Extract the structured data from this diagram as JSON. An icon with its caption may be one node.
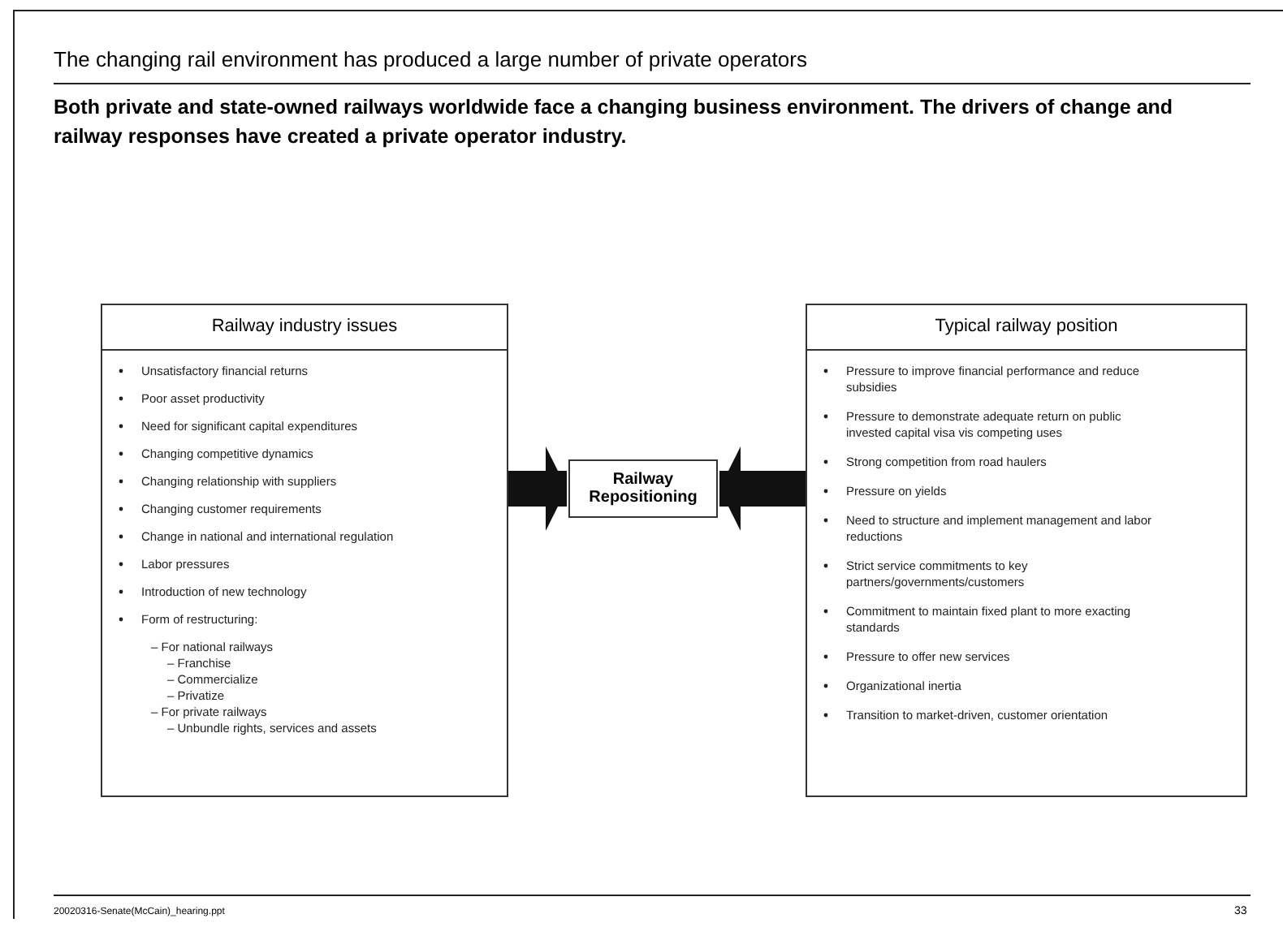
{
  "diagram": {
    "title": "The changing rail environment has produced a large number of private operators",
    "caption": "Both private and state-owned railways worldwide face a changing business environment.  The drivers of change and railway responses have created a private operator industry.",
    "nodes": [
      {
        "text": [
          "Railway industry issues",
          "Unsatisfactory financial returns",
          "Poor asset productivity",
          "Need for significant capital expenditures",
          "Changing competitive dynamics",
          "Changing relationship with suppliers",
          "Changing customer requirements",
          "Change in national and international regulation",
          "Labor pressures",
          "Introduction of new technology",
          "Form of restructuring:",
          "– For national railways",
          "– Franchise",
          "– Commercialize",
          "– Privatize",
          "– For private railways",
          "– Unbundle rights, services and assets"
        ]
      },
      {
        "text": [
          "Railway Repositioning"
        ]
      },
      {
        "text": [
          "Typical railway position",
          "Pressure to improve financial performance and reduce subsidies",
          "Pressure to demonstrate adequate return on public invested capital visa vis competing uses",
          "Strong competition from road haulers",
          "Pressure on yields",
          "Need to structure and implement management and labor reductions",
          "Strict service commitments to key partners/governments/customers",
          "Commitment to maintain fixed plant to more exacting standards",
          "Pressure to offer new services",
          "Organizational inertia",
          "Transition to market-driven, customer orientation"
        ]
      }
    ],
    "edges": [
      {
        "from": 0,
        "to": 1,
        "arrow": "to"
      },
      {
        "from": 2,
        "to": 1,
        "arrow": "to"
      }
    ],
    "labels": [
      "20020316-Senate(McCain)_hearing.ppt",
      "33"
    ]
  }
}
